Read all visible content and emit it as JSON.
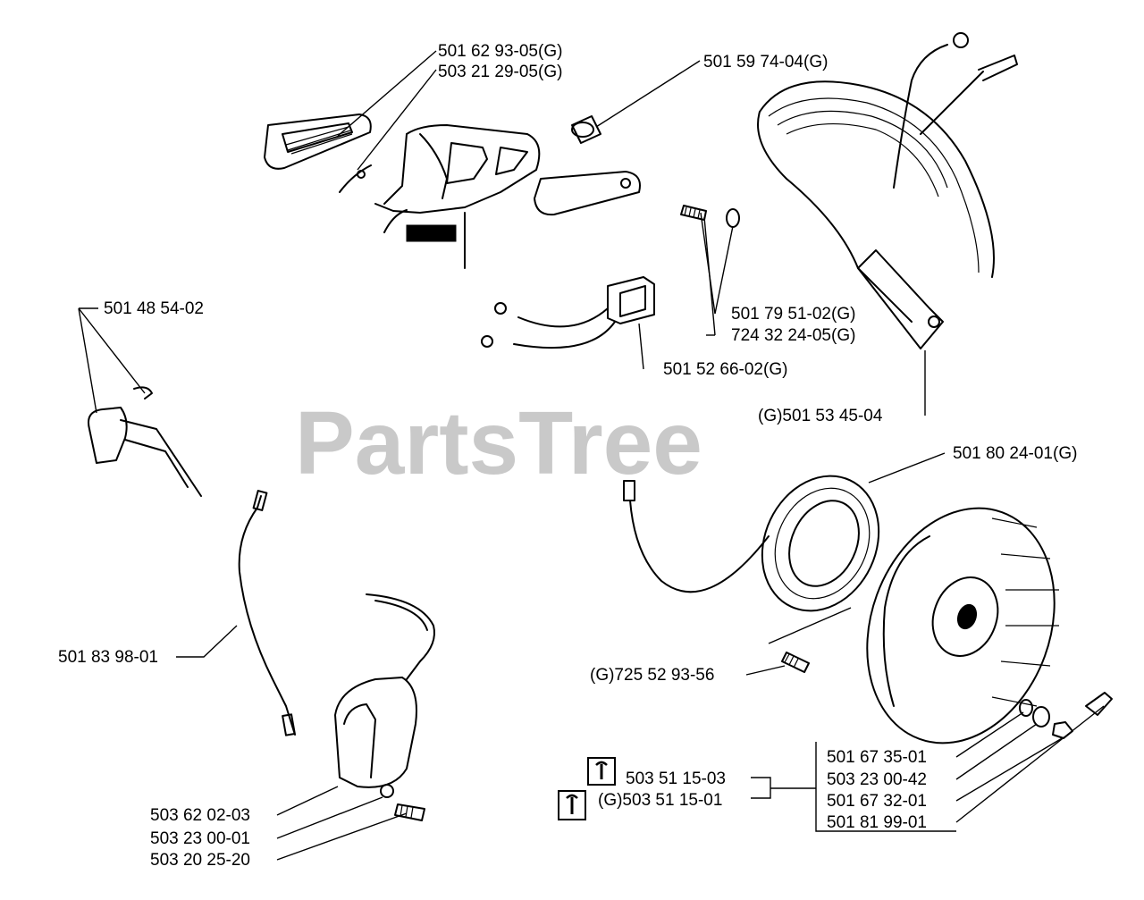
{
  "watermark": "PartsTree",
  "labels": {
    "p_501629305": "501 62 93-05(G)",
    "p_503212905": "503 21 29-05(G)",
    "p_501597404": "501 59 74-04(G)",
    "p_50148540": "501 48 54-02",
    "p_501795102": "501 79 51-02(G)",
    "p_724322405": "724 32 24-05(G)",
    "p_501526602": "501 52 66-02(G)",
    "p_501534504": "(G)501 53 45-04",
    "p_501802401": "501 80 24-01(G)",
    "p_501839801": "501 83 98-01",
    "p_725529356": "(G)725 52 93-56",
    "p_503511503": "503 51 15-03",
    "p_503511501": "(G)503 51 15-01",
    "p_501673501": "501 67 35-01",
    "p_503230042": "503 23 00-42",
    "p_501673201": "501 67 32-01",
    "p_501819901": "501 81 99-01",
    "p_503620203": "503 62 02-03",
    "p_503230001": "503 23 00-01",
    "p_503202520": "503 20 25-20"
  },
  "icons": [
    "wrench-icon",
    "wrench-icon"
  ]
}
